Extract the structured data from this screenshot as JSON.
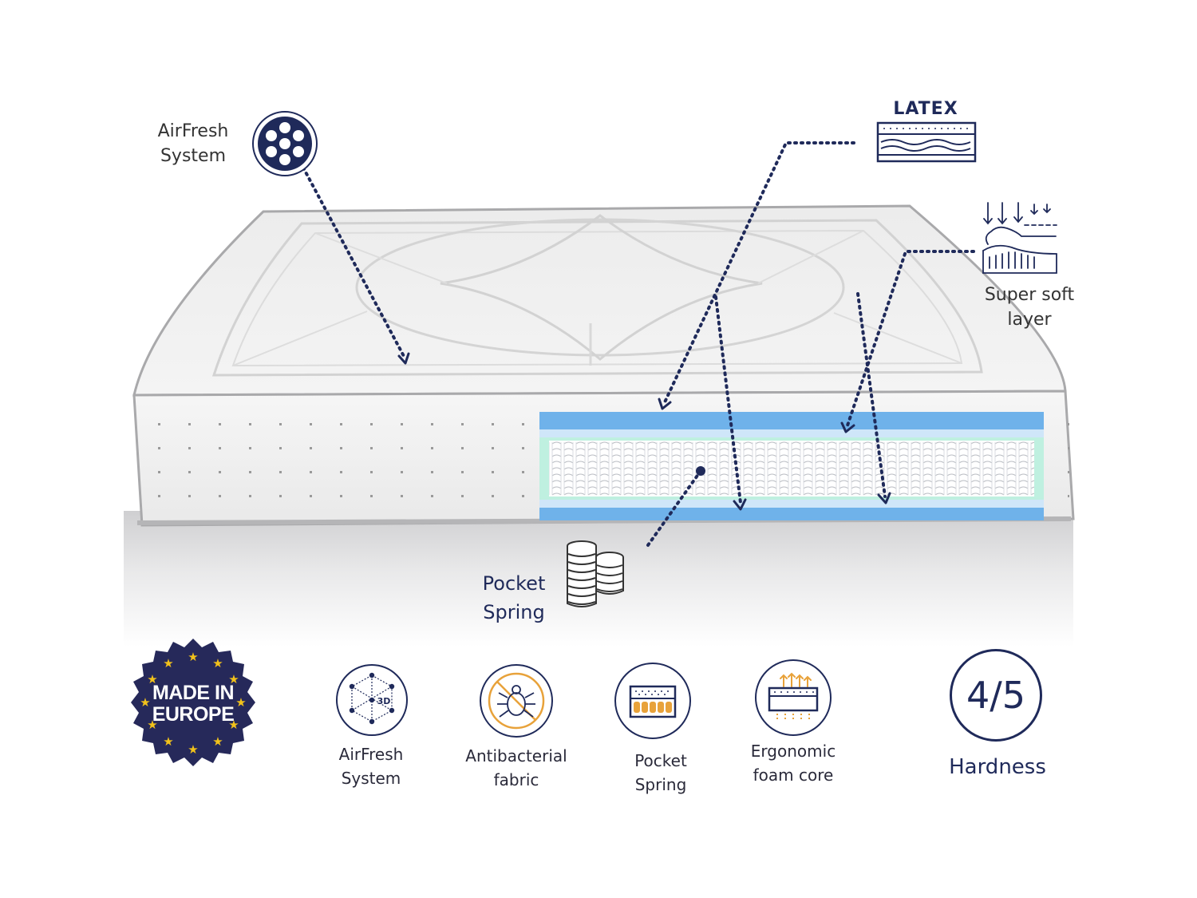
{
  "callouts": {
    "airfresh": "AirFresh\nSystem",
    "latex": "LATEX",
    "super_soft": "Super soft\nlayer",
    "pocket_spring": "Pocket\nSpring"
  },
  "badge": {
    "text": "MADE IN\nEUROPE"
  },
  "features": [
    {
      "label": "AirFresh\nSystem",
      "icon": "3d-mesh-icon",
      "icon_text": "3D"
    },
    {
      "label": "Antibacterial\nfabric",
      "icon": "no-mite-icon"
    },
    {
      "label": "Pocket\nSpring",
      "icon": "pocket-spring-mattress-icon"
    },
    {
      "label": "Ergonomic\nfoam core",
      "icon": "ergonomic-foam-icon"
    }
  ],
  "hardness": {
    "value": "4/5",
    "label": "Hardness"
  },
  "colors": {
    "navy": "#1f2a5a",
    "star": "#f2c21b",
    "layer_blue": "#6fb2ea",
    "layer_mint": "#bff0e0",
    "feature_orange": "#e8a23a"
  }
}
